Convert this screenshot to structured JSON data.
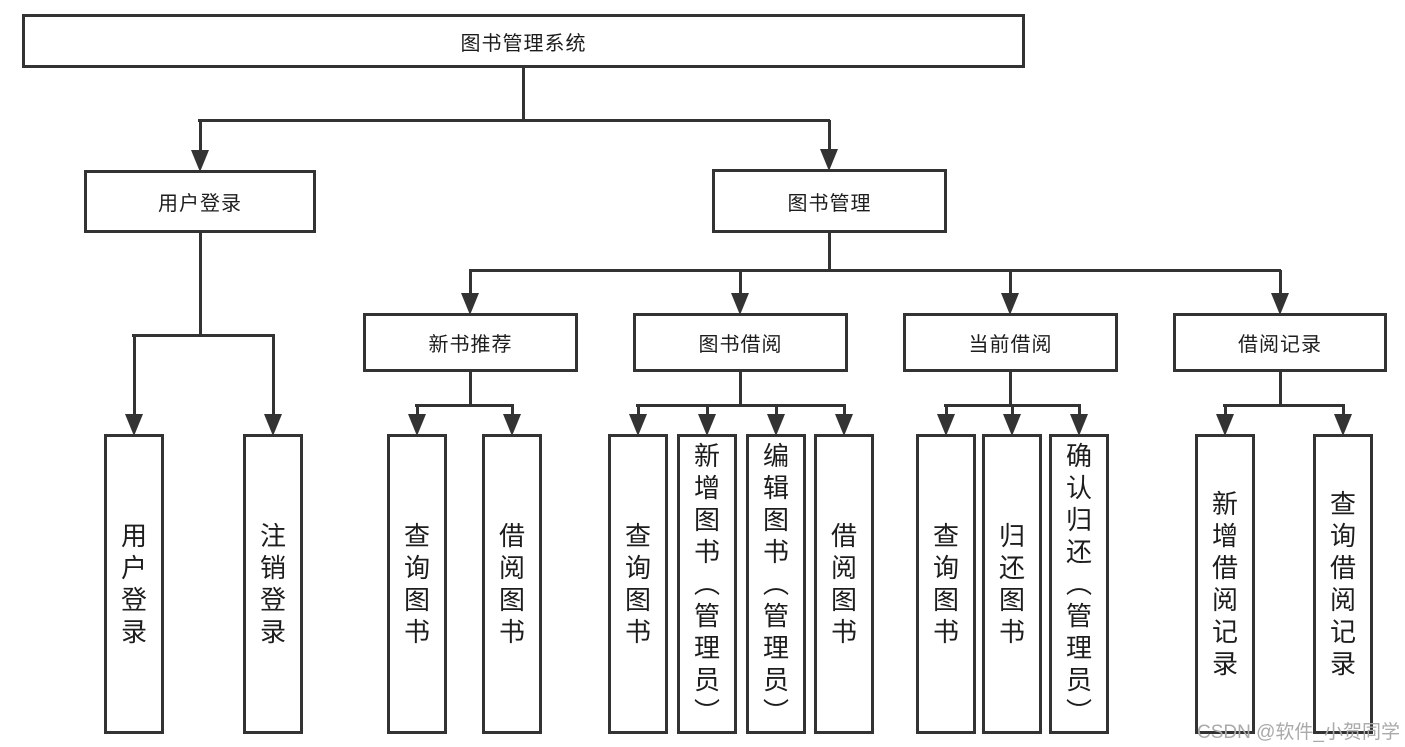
{
  "diagram": {
    "type": "hierarchy",
    "watermark": "CSDN @软件_小贺同学",
    "colors": {
      "line": "#333333",
      "box_border": "#333333",
      "text": "#1d1d1d",
      "watermark": "#aaaaaa",
      "background": "#ffffff"
    },
    "tree": {
      "label": "图书管理系统",
      "children": [
        {
          "label": "用户登录",
          "children": [
            {
              "label": "用户登录"
            },
            {
              "label": "注销登录"
            }
          ]
        },
        {
          "label": "图书管理",
          "children": [
            {
              "label": "新书推荐",
              "children": [
                {
                  "label": "查询图书"
                },
                {
                  "label": "借阅图书"
                }
              ]
            },
            {
              "label": "图书借阅",
              "children": [
                {
                  "label": "查询图书"
                },
                {
                  "label": "新增图书（管理员）"
                },
                {
                  "label": "编辑图书（管理员）"
                },
                {
                  "label": "借阅图书"
                }
              ]
            },
            {
              "label": "当前借阅",
              "children": [
                {
                  "label": "查询图书"
                },
                {
                  "label": "归还图书"
                },
                {
                  "label": "确认归还（管理员）"
                }
              ]
            },
            {
              "label": "借阅记录",
              "children": [
                {
                  "label": "新增借阅记录"
                },
                {
                  "label": "查询借阅记录"
                }
              ]
            }
          ]
        }
      ]
    }
  }
}
